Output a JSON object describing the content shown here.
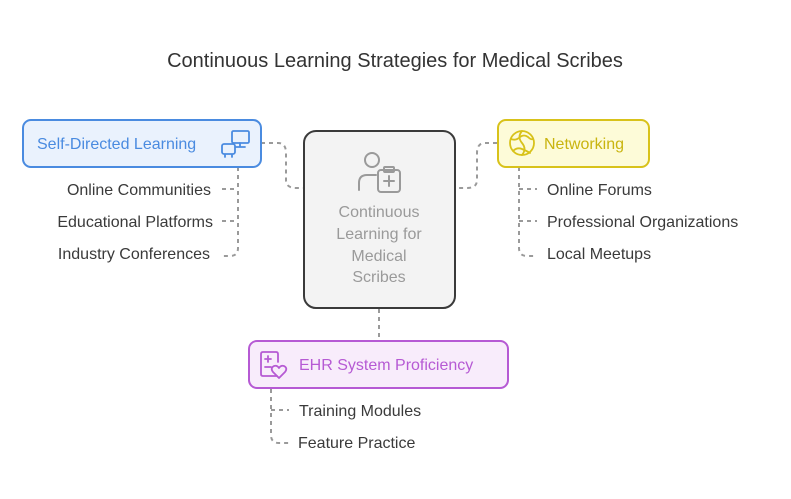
{
  "title": "Continuous Learning Strategies for Medical Scribes",
  "center": {
    "lines": [
      "Continuous",
      "Learning for",
      "Medical",
      "Scribes"
    ]
  },
  "branches": [
    {
      "label": "Self-Directed Learning",
      "icon": "computer-learning-icon",
      "color": "#4a8be0",
      "fill": "#eaf2fd",
      "items": [
        "Online Communities",
        "Educational Platforms",
        "Industry Conferences"
      ]
    },
    {
      "label": "Networking",
      "icon": "globe-network-icon",
      "color": "#d8c21a",
      "fill": "#fdfbd8",
      "items": [
        "Online Forums",
        "Professional Organizations",
        "Local Meetups"
      ]
    },
    {
      "label": "EHR System Proficiency",
      "icon": "medical-record-heart-icon",
      "color": "#b65ad4",
      "fill": "#f8ecfb",
      "items": [
        "Training Modules",
        "Feature Practice"
      ]
    }
  ]
}
